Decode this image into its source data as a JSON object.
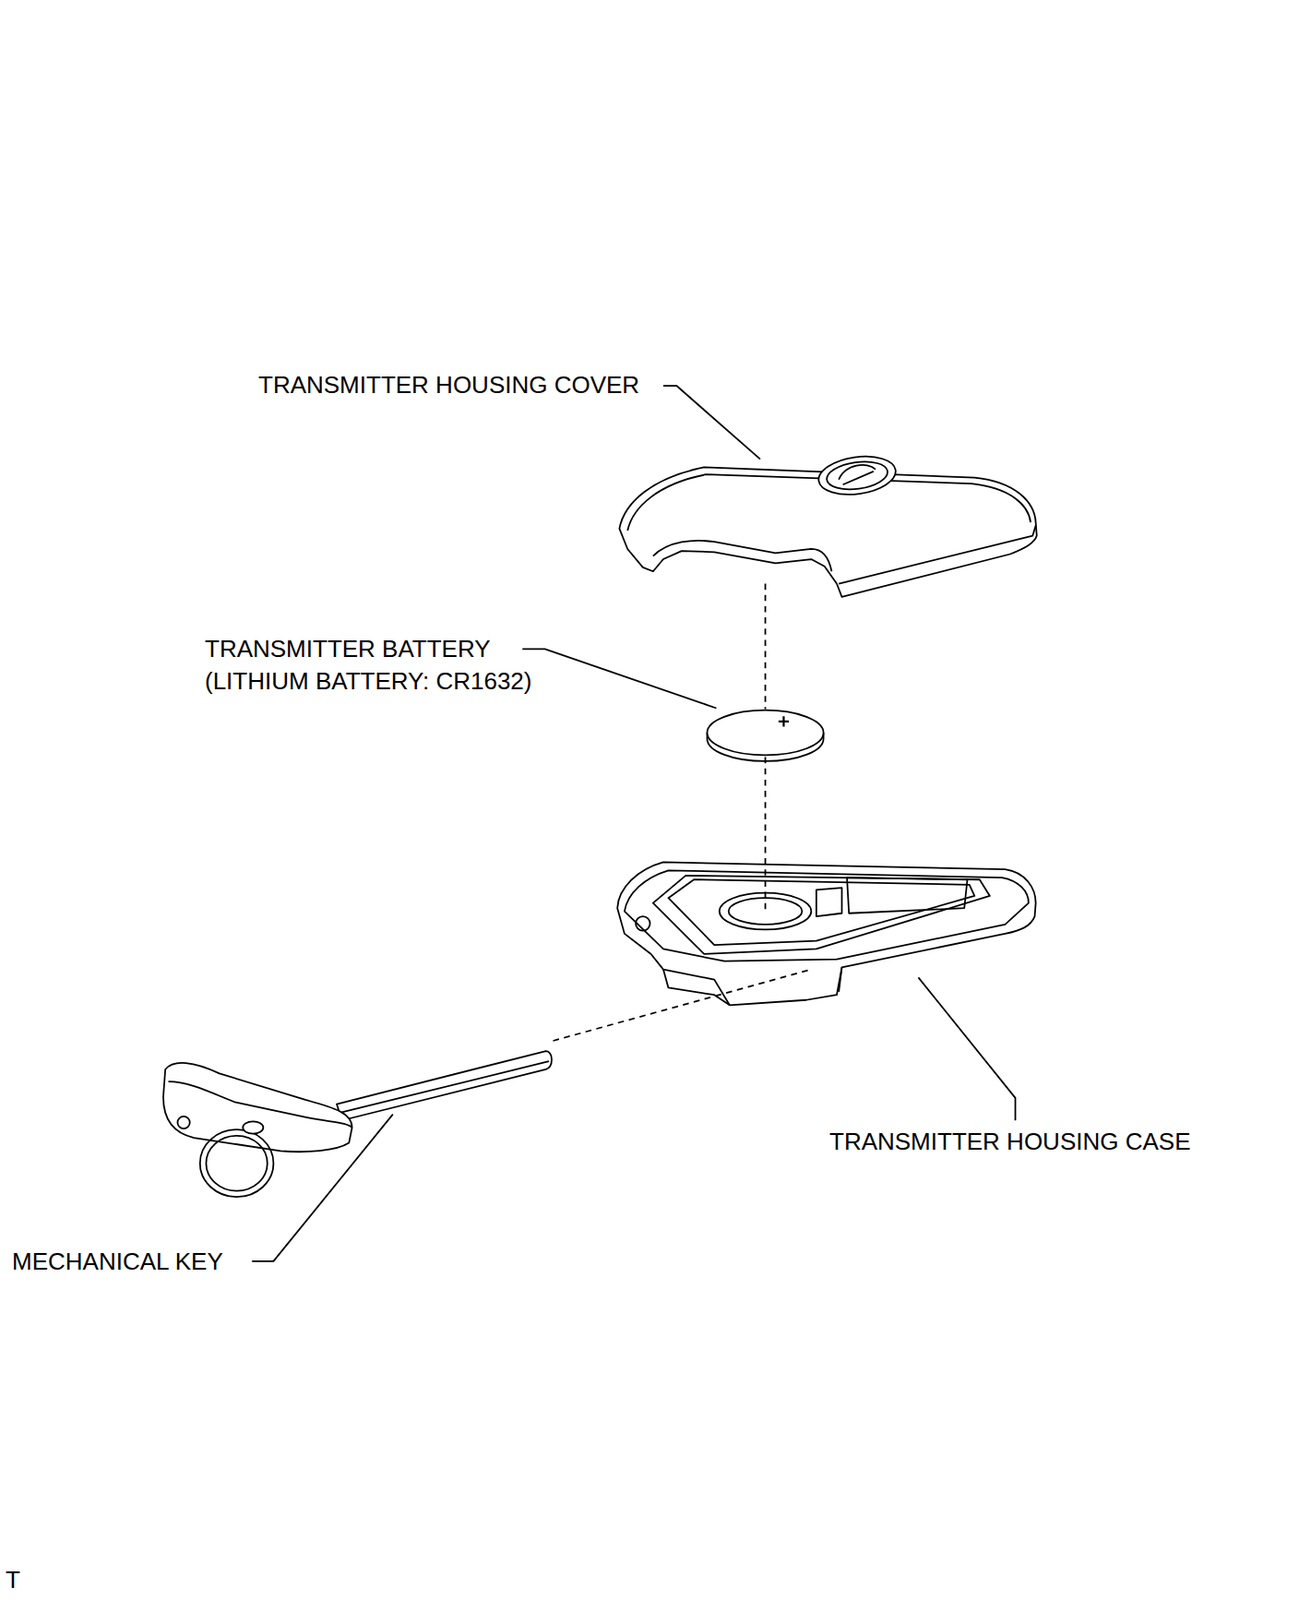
{
  "diagram": {
    "labels": [
      "TRANSMITTER HOUSING COVER",
      "TRANSMITTER BATTERY",
      "(LITHIUM BATTERY: CR1632)",
      "TRANSMITTER HOUSING CASE",
      "MECHANICAL KEY",
      "T"
    ]
  }
}
